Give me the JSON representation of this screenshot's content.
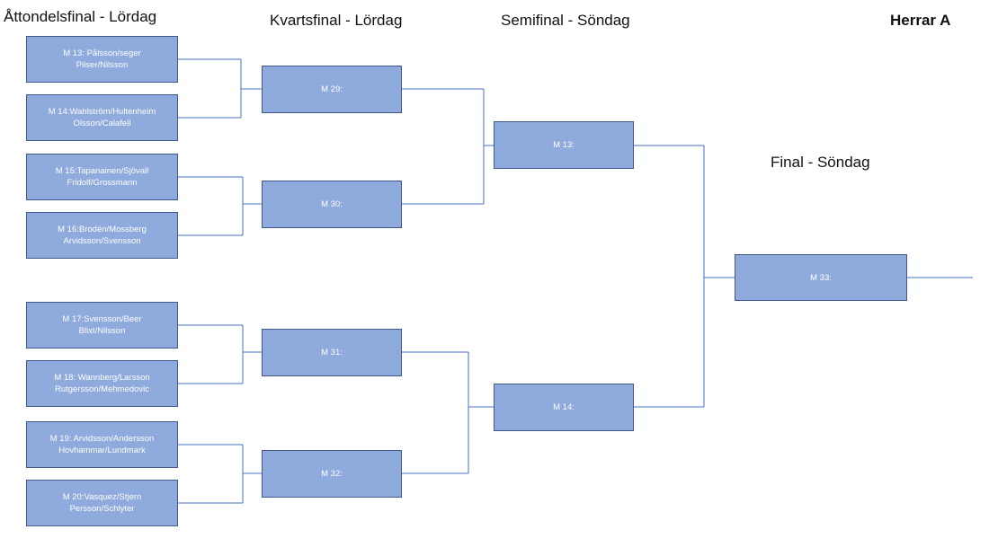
{
  "headings": {
    "round_of_16": "Åttondelsfinal - Lördag",
    "quarterfinal": "Kvartsfinal - Lördag",
    "semifinal": "Semifinal - Söndag",
    "final": "Final - Söndag",
    "class": "Herrar A"
  },
  "round_of_16": [
    {
      "line1": "M 13: Pålsson/seger",
      "line2": "Pilser/Nilsson"
    },
    {
      "line1": "M 14:Wahlström/Hultenheim",
      "line2": "Olsson/Calafell"
    },
    {
      "line1": "M 15:Tapanainen/Sjövall",
      "line2": "Fridolf/Grossmann"
    },
    {
      "line1": "M 16:Brodén/Mossberg",
      "line2": "Arvidsson/Svensson"
    },
    {
      "line1": "M 17:Svensson/Beer",
      "line2": "Blixt/Nilsson"
    },
    {
      "line1": "M 18: Wannberg/Larsson",
      "line2": "Rutgersson/Mehmedovic"
    },
    {
      "line1": "M 19: Arvidsson/Andersson",
      "line2": "Hovhammar/Lundmark"
    },
    {
      "line1": "M 20:Vasquez/Stjern",
      "line2": "Persson/Schlyter"
    }
  ],
  "quarterfinals": [
    {
      "label": "M 29:"
    },
    {
      "label": "M 30:"
    },
    {
      "label": "M 31:"
    },
    {
      "label": "M 32:"
    }
  ],
  "semifinals": [
    {
      "label": "M 13:"
    },
    {
      "label": "M 14:"
    }
  ],
  "final": {
    "label": "M 33:"
  },
  "colors": {
    "box_fill": "#8faadc",
    "box_border": "#41598a",
    "connector": "#4472c4"
  }
}
